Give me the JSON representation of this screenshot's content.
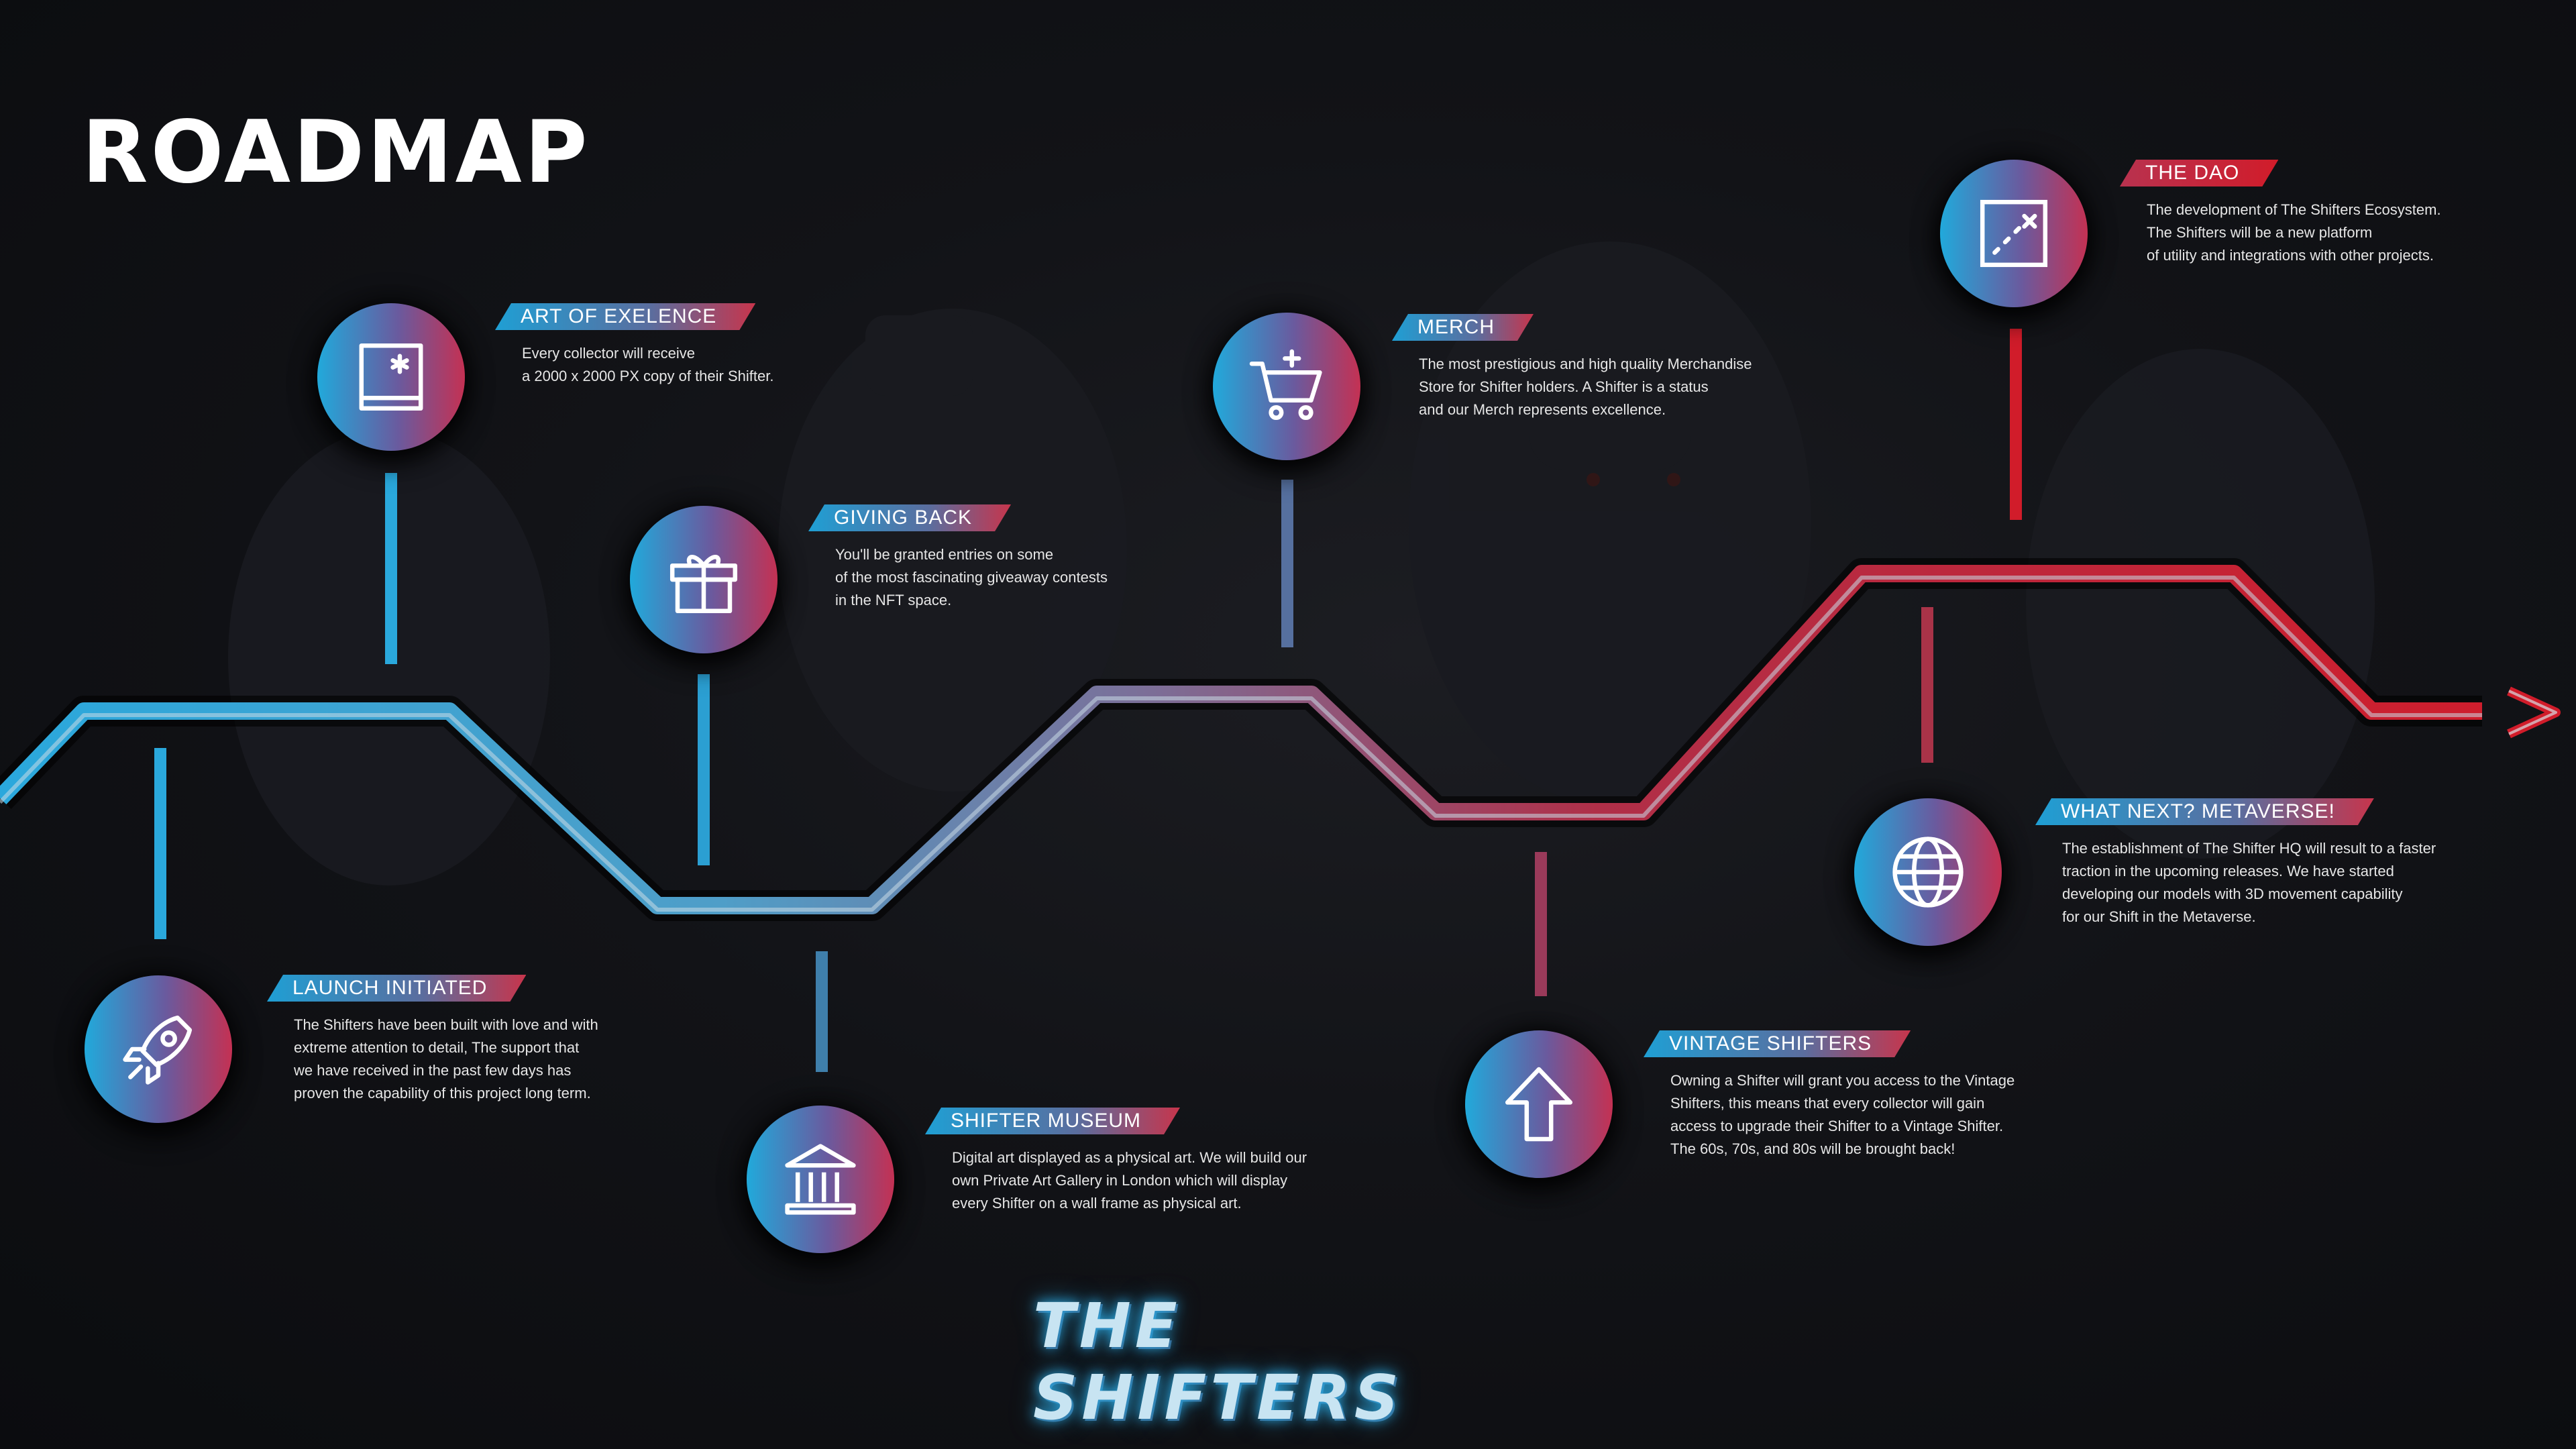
{
  "page": {
    "title": "ROADMAP",
    "brand": "THE SHIFTERS"
  },
  "colors": {
    "blue": "#21a9db",
    "purple": "#6a5a9e",
    "red": "#d11c2a",
    "background": "#121317"
  },
  "milestones": [
    {
      "id": "launch",
      "heading": "LAUNCH INITIATED",
      "icon": "rocket-icon",
      "text": "The Shifters have been built with love and with\nextreme attention to detail, The support that\nwe have received in the past few days has\nproven the capability of this project long term."
    },
    {
      "id": "art",
      "heading": "ART OF EXELENCE",
      "icon": "picture-frame-icon",
      "text": "Every collector will receive\na 2000 x 2000 PX copy of their Shifter."
    },
    {
      "id": "giving",
      "heading": "GIVING BACK",
      "icon": "gift-icon",
      "text": "You'll be granted entries on some\nof the most fascinating giveaway contests\nin the NFT space."
    },
    {
      "id": "museum",
      "heading": "SHIFTER MUSEUM",
      "icon": "museum-icon",
      "text": "Digital art displayed as a physical art. We will build our\nown Private Art Gallery in London which will display\nevery Shifter on a wall frame as physical art."
    },
    {
      "id": "merch",
      "heading": "MERCH",
      "icon": "shopping-cart-icon",
      "text": "The most prestigious and high quality Merchandise\nStore for Shifter holders. A Shifter is a status\nand our Merch represents excellence."
    },
    {
      "id": "vintage",
      "heading": "VINTAGE SHIFTERS",
      "icon": "upload-arrow-icon",
      "text": "Owning a Shifter will grant you access to the Vintage\nShifters, this means that every collector will gain\naccess to upgrade their Shifter to a Vintage Shifter.\nThe 60s, 70s, and 80s will be brought back!"
    },
    {
      "id": "metaverse",
      "heading": "WHAT NEXT? METAVERSE!",
      "icon": "globe-icon",
      "text": "The establishment of The Shifter HQ will result to a faster\ntraction in the upcoming releases. We have started\ndeveloping our models with 3D movement capability\nfor our Shift in the Metaverse."
    },
    {
      "id": "dao",
      "heading": "THE DAO",
      "icon": "dao-square-icon",
      "text": "The development of The Shifters Ecosystem.\nThe Shifters will be a new platform\nof utility and integrations with other projects."
    }
  ]
}
